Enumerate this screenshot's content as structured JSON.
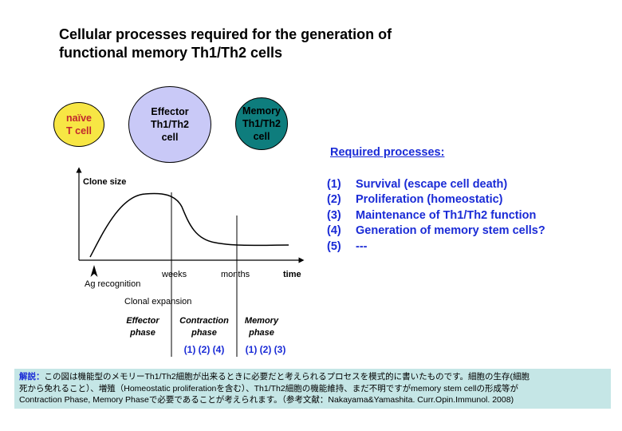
{
  "title": {
    "line1": "Cellular processes required for the generation of",
    "line2": "functional memory Th1/Th2 cells"
  },
  "cells": {
    "naive": {
      "lines": [
        "naïve",
        "T cell"
      ],
      "color": "#f7e644",
      "text_color": "#c2272d"
    },
    "effector": {
      "lines": [
        "Effector",
        "Th1/Th2",
        "cell"
      ],
      "color": "#c9c9f7",
      "text_color": "#000000"
    },
    "memory": {
      "lines": [
        "Memory",
        "Th1/Th2",
        "cell"
      ],
      "color": "#0e7d7d",
      "text_color": "#000000"
    }
  },
  "chart": {
    "ylabel": "Clone size",
    "xlabel": "time",
    "tick_weeks": "weeks",
    "tick_months": "months",
    "ag_recognition": "Ag recognition",
    "clonal_expansion": "Clonal expansion",
    "phases": {
      "effector": [
        "Effector",
        "phase"
      ],
      "contraction": [
        "Contraction",
        "phase"
      ],
      "memory": [
        "Memory",
        "phase"
      ]
    },
    "process_refs": {
      "contraction": "(1) (2) (4)",
      "memory": "(1) (2) (3)"
    }
  },
  "required": {
    "heading": "Required processes:",
    "items": [
      {
        "num": "(1)",
        "text": "Survival (escape cell death)"
      },
      {
        "num": "(2)",
        "text": "Proliferation (homeostatic)"
      },
      {
        "num": "(3)",
        "text": "Maintenance of Th1/Th2 function"
      },
      {
        "num": "(4)",
        "text": "Generation of memory stem cells?"
      },
      {
        "num": "(5)",
        "text": "---"
      }
    ]
  },
  "note": {
    "lead": "解説：",
    "line1": "この図は機能型のメモリーTh1/Th2細胞が出来るときに必要だと考えられるプロセスを模式的に書いたものです。細胞の生存(細胞",
    "line2": "死から免れること）、増殖（Homeostatic proliferationを含む）、Th1/Th2細胞の機能維持、まだ不明ですがmemory stem cellの形成等が",
    "line3": "Contraction Phase, Memory Phaseで必要であることが考えられます。（参考文献：Nakayama&Yamashita. Curr.Opin.Immunol. 2008)"
  },
  "colors": {
    "blue_text": "#1a2bd6",
    "note_bg": "#c5e6e6"
  }
}
